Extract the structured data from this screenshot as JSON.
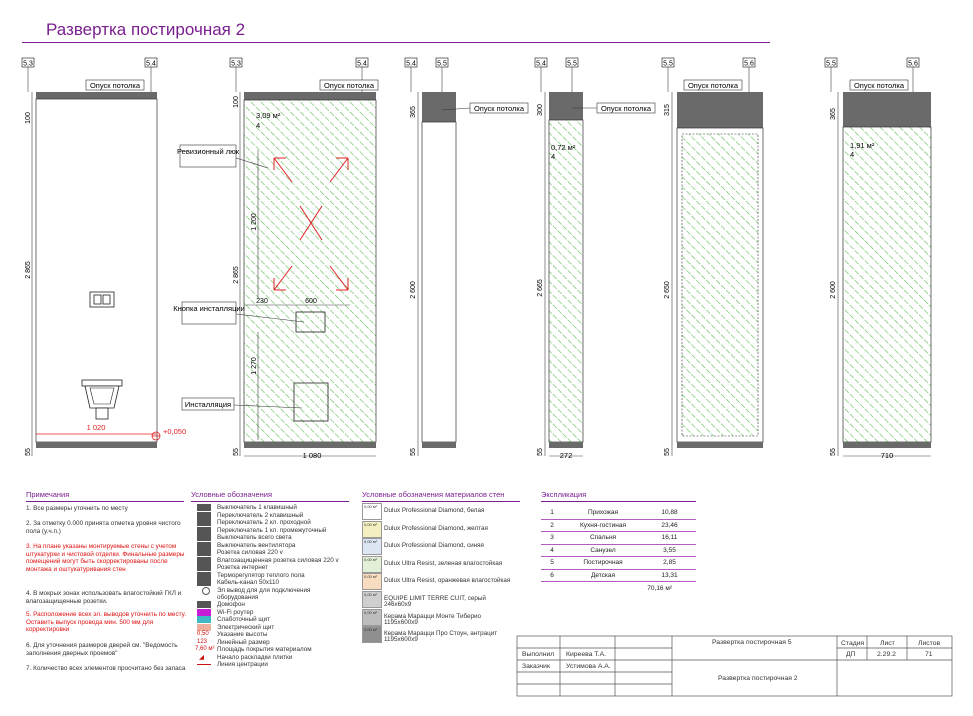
{
  "page_title": "Развертка постирочная 2",
  "walls": [
    {
      "axis_left": "5.3",
      "axis_right": "5.4",
      "ceiling_label": "Опуск потолка",
      "dim_top": "100",
      "dim_total": "2 865",
      "dim_bottom": "55",
      "dim_width": "1 020",
      "level_mark": "+0,050"
    },
    {
      "axis_left": "5.3",
      "axis_right": "5.4",
      "ceiling_label": "Опуск потолка",
      "dim_top": "100",
      "dim_total": "2 865",
      "dim_bottom": "55",
      "dim_width": "1 080",
      "area": "3,09 м²",
      "area_code": "4",
      "dim_hatch_height": "1 200",
      "dim_hatch_offset": "230",
      "dim_hatch_width": "600",
      "dim_lower": "1 270",
      "callout_hatch": "Ревизионный люк",
      "callout_button": "Кнопка инсталляции",
      "callout_install": "Инсталляция"
    },
    {
      "axis_left": "5.4",
      "axis_right": "5.5",
      "ceiling_label": "Опуск потолка",
      "dim_top": "365",
      "dim_main": "2 600",
      "dim_bottom": "55"
    },
    {
      "axis_left": "5.4",
      "axis_right": "5.5",
      "ceiling_label": "Опуск потолка",
      "dim_top": "300",
      "dim_main": "2 665",
      "dim_bottom": "55",
      "dim_width": "272",
      "area": "0,72 м²",
      "area_code": "4"
    },
    {
      "axis_left": "5.5",
      "axis_right": "5.6",
      "ceiling_label": "Опуск потолка",
      "dim_top": "315",
      "dim_main": "2 650",
      "dim_bottom": "55"
    },
    {
      "axis_left": "5.5",
      "axis_right": "5.6",
      "ceiling_label": "Опуск потолка",
      "dim_top": "365",
      "dim_main": "2 600",
      "dim_bottom": "55",
      "dim_width": "710",
      "area": "1,91 м²",
      "area_code": "4"
    }
  ],
  "notes": {
    "title": "Примечания",
    "items": [
      {
        "text": "1. Все размеры уточнить по месту",
        "red": false
      },
      {
        "text": "2. За отметку 0.000 принята отметка уровня чистого пола (у.ч.п.)",
        "red": false
      },
      {
        "text": "3. На плане указаны монтируемые стены с учетом штукатурки и чистовой отделки. Финальные размеры помещений могут быть скорректированы после монтажа и оштукатуривания стен",
        "red": true
      },
      {
        "text": "4. В мокрых зонах использовать влагостойкий ГКЛ и влагозащищенные розетки.",
        "red": false
      },
      {
        "text": "5. Расположение всех эл. выводов уточнить по месту. Оставить выпуск провода мин. 500 мм для корректировки",
        "red": true
      },
      {
        "text": "6. Для уточнения размеров дверей см. \"Ведомость заполнения дверных проемов\"",
        "red": false
      },
      {
        "text": "7. Количество всех элементов просчитано без запаса",
        "red": false
      }
    ]
  },
  "legend": {
    "title": "Условные обозначения",
    "items": [
      "Выключатель 1 клавишный",
      "Переключатель 2 клавишный",
      "Переключатель 2 кл. проходной",
      "Переключатель 1 кл. промежуточный",
      "Выключатель всего света",
      "Выключатель вентилятора",
      "Розетка силовая 220 v",
      "Влагозащищенная розетка силовая 220 v",
      "Розетка интернет",
      "Терморегулятор теплого пола",
      "Кабель-канал 50х110",
      "Эл вывод для для подключения оборудования",
      "Домофон",
      "Wi-Fi роутер",
      "Слаботочный щит",
      "Электрический щит",
      "Указание высоты",
      "Линейный размер",
      "Площадь покрытия материалом",
      "Начало раскладки плитки",
      "Линия центрации"
    ],
    "sample_height": "0,50",
    "sample_dim": "123",
    "sample_area": "7,60 м²"
  },
  "materials": {
    "title": "Условные обозначения материалов стен",
    "items": [
      {
        "name": "Dulux Professional Diamond,",
        "tone": "белая",
        "code": "0,00 м²",
        "sub": "",
        "color": "#ffffff"
      },
      {
        "name": "Dulux Professional Diamond,",
        "tone": "желтая",
        "code": "0,00 м²",
        "sub": "",
        "color": "#f3efc0"
      },
      {
        "name": "Dulux Professional Diamond, синяя",
        "tone": "",
        "code": "0,00 м²",
        "sub": "",
        "color": "#dde6f3"
      },
      {
        "name": "Dulux Ultra Resist, зеленая влагостойкая",
        "tone": "",
        "code": "0,00 м²",
        "sub": "",
        "color": "#e3f0d8"
      },
      {
        "name": "Dulux Ultra Resist, оранжевая влагостойкая",
        "tone": "",
        "code": "0,00 м²",
        "sub": "",
        "color": "#f7dcc0"
      },
      {
        "name": "EQUIPE LIMIT TERRE CUIT, серый",
        "tone": "",
        "code": "0,00 м²",
        "sub": "246х60х9",
        "color": "#cfcfcf"
      },
      {
        "name": "Керама Марацци Монте Тиберио",
        "tone": "",
        "code": "0,00 м²",
        "sub": "1195х600х9",
        "color": "#bdbdbd"
      },
      {
        "name": "Керама Марацци Про Стоун, антрацит",
        "tone": "",
        "code": "0,00 м²",
        "sub": "1195х600х9",
        "color": "#8f8f8f"
      }
    ]
  },
  "explication": {
    "title": "Экспликация",
    "rows": [
      {
        "num": "1",
        "room": "Прихожая",
        "area": "10,88"
      },
      {
        "num": "2",
        "room": "Кухня-гостиная",
        "area": "23,46"
      },
      {
        "num": "3",
        "room": "Спальня",
        "area": "16,11"
      },
      {
        "num": "4",
        "room": "Санузел",
        "area": "3,55"
      },
      {
        "num": "5",
        "room": "Постирочная",
        "area": "2,85"
      },
      {
        "num": "6",
        "room": "Детская",
        "area": "13,31"
      }
    ],
    "total": "70,16 м²"
  },
  "title_block": {
    "performed_label": "Выполнил",
    "performed_name": "Киреева Т.А.",
    "customer_label": "Заказчик",
    "customer_name": "Устимова А.А.",
    "sheet_name_top": "Развертка постирочная 5",
    "sheet_name": "Развертка постирочная 2",
    "stage_label": "Стадия",
    "sheet_label": "Лист",
    "sheets_label": "Листов",
    "stage": "ДП",
    "sheet": "2.29.2",
    "sheets": "71"
  },
  "colors": {
    "accent": "#7a1f8f",
    "hatch": "#5fba55",
    "ceiling": "#6a6a6a",
    "red_mark": "#e02020"
  }
}
